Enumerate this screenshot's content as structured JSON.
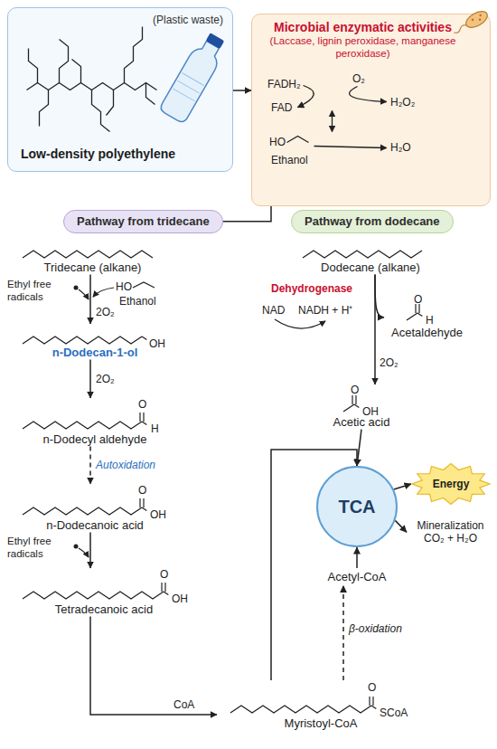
{
  "diagram": {
    "nodes": [
      {
        "text": [
          "(Plastic waste)",
          "Low-density polyethylene"
        ]
      },
      {
        "text": [
          "Microbial enzymatic activities",
          "(Laccase, lignin peroxidase, manganese peroxidase)"
        ]
      },
      {
        "text": [
          "Pathway from tridecane"
        ]
      },
      {
        "text": [
          "Pathway from dodecane"
        ]
      },
      {
        "text": [
          "Tridecane (alkane)"
        ]
      },
      {
        "text": [
          "n-Dodecan-1-ol"
        ]
      },
      {
        "text": [
          "n-Dodecyl aldehyde"
        ]
      },
      {
        "text": [
          "n-Dodecanoic acid"
        ]
      },
      {
        "text": [
          "Tetradecanoic acid"
        ]
      },
      {
        "text": [
          "Myristoyl-CoA"
        ]
      },
      {
        "text": [
          "Dodecane (alkane)"
        ]
      },
      {
        "text": [
          "Acetaldehyde"
        ]
      },
      {
        "text": [
          "Acetic acid"
        ]
      },
      {
        "text": [
          "TCA"
        ]
      },
      {
        "text": [
          "Energy"
        ]
      },
      {
        "text": [
          "Mineralization",
          "CO₂ + H₂O"
        ]
      },
      {
        "text": [
          "Acetyl-CoA"
        ]
      }
    ],
    "edges": [
      {
        "from": 0,
        "to": 1,
        "arrow": "to"
      },
      {
        "from": 1,
        "to": 2,
        "arrow": "none"
      },
      {
        "from": 4,
        "to": 5,
        "arrow": "to"
      },
      {
        "from": 5,
        "to": 6,
        "arrow": "to"
      },
      {
        "from": 6,
        "to": 7,
        "arrow": "to"
      },
      {
        "from": 7,
        "to": 8,
        "arrow": "to"
      },
      {
        "from": 8,
        "to": 9,
        "arrow": "to"
      },
      {
        "from": 9,
        "to": 13,
        "arrow": "to"
      },
      {
        "from": 10,
        "to": 11,
        "arrow": "to"
      },
      {
        "from": 10,
        "to": 12,
        "arrow": "to"
      },
      {
        "from": 12,
        "to": 13,
        "arrow": "to"
      },
      {
        "from": 13,
        "to": 14,
        "arrow": "to"
      },
      {
        "from": 13,
        "to": 15,
        "arrow": "to"
      },
      {
        "from": 16,
        "to": 13,
        "arrow": "to"
      },
      {
        "from": 9,
        "to": 16,
        "arrow": "to"
      }
    ],
    "labels": [
      "FADH₂",
      "O₂",
      "FAD",
      "H₂O₂",
      "HO",
      "Ethanol",
      "H₂O",
      "Ethyl free radicals",
      "HO",
      "Ethanol",
      "2O₂",
      "OH",
      "2O₂",
      "O",
      "H",
      "Autoxidation",
      "O",
      "OH",
      "Ethyl free radicals",
      "O",
      "OH",
      "CoA",
      "O",
      "SCoA",
      "Dehydrogenase",
      "NAD",
      "NADH + H⁺",
      "O",
      "H",
      "2O₂",
      "O",
      "OH",
      "β-oxidation"
    ]
  }
}
